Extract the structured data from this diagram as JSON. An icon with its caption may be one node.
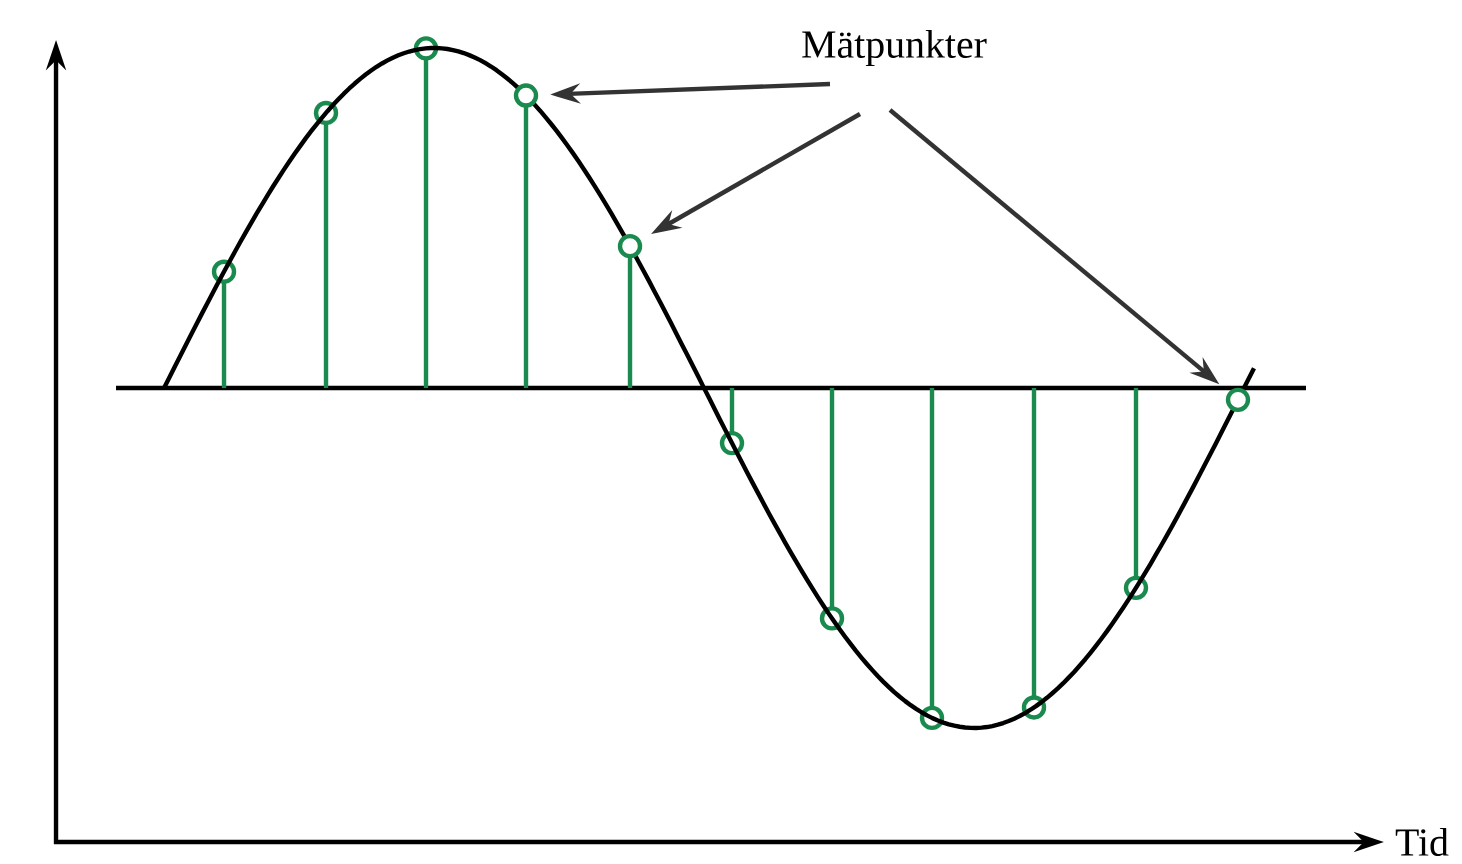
{
  "diagram": {
    "nodes": [
      {
        "text": [
          "Mätpunkter"
        ]
      },
      {
        "text": [],
        "shape": "circle"
      },
      {
        "text": [],
        "shape": "circle"
      },
      {
        "text": [],
        "shape": "circle"
      }
    ],
    "edges": [
      {
        "from": 0,
        "to": 1,
        "arrow": "to"
      },
      {
        "from": 0,
        "to": 2,
        "arrow": "to"
      },
      {
        "from": 0,
        "to": 3,
        "arrow": "to"
      }
    ],
    "labels": [
      "Tid"
    ]
  }
}
